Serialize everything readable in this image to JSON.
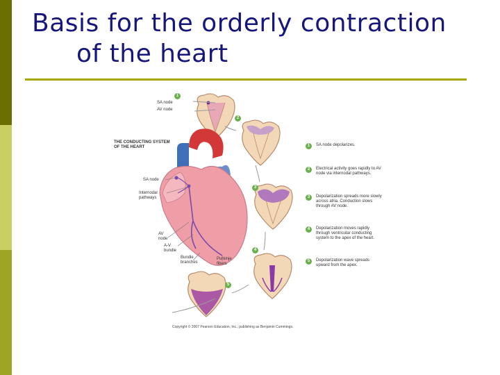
{
  "slide": {
    "title_line1": "Basis for the orderly contraction",
    "title_line2": "of the heart",
    "colors": {
      "title": "#17167a",
      "rule": "#a8a600",
      "sidebar_dark": "#6b6e00",
      "sidebar_light": "#c9cf62",
      "sidebar_mid": "#9ea524"
    }
  },
  "figure": {
    "heading": "THE CONDUCTING SYSTEM\nOF THE HEART",
    "labels": {
      "sa_node_top": "SA node",
      "av_node_top": "AV node",
      "sa_node": "SA node",
      "internodal": "Internodal\npathways",
      "av_node": "AV\nnode",
      "av_bundle": "A-V\nbundle",
      "bundle_branches": "Bundle\nbranches",
      "purkinje": "Purkinje\nfibers"
    },
    "steps": [
      {
        "num": "1",
        "text": "SA node depolarizes."
      },
      {
        "num": "2",
        "text": "Electrical activity goes rapidly to AV node via internodal pathways."
      },
      {
        "num": "3",
        "text": "Depolarization spreads more slowly across atria. Conduction slows through AV node."
      },
      {
        "num": "4",
        "text": "Depolarization moves rapidly through ventricular conducting system to the apex of the heart."
      },
      {
        "num": "5",
        "text": "Depolarization wave spreads upward from the apex."
      }
    ],
    "copyright": "Copyright © 2007 Pearson Education, Inc., publishing as Benjamin Cummings."
  }
}
